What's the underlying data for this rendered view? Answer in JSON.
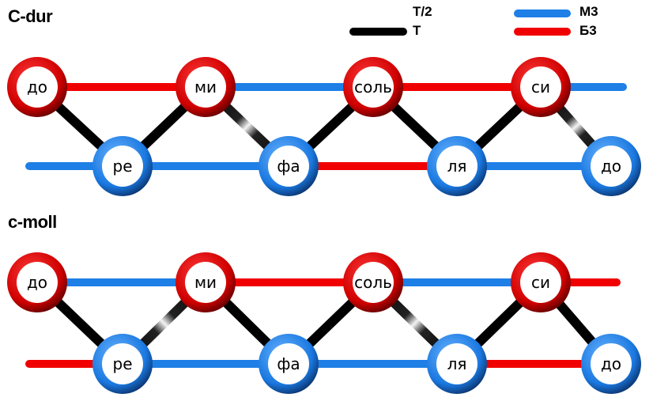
{
  "legend": {
    "half_tone": "T/2",
    "tone": "T",
    "minor_third": "M3",
    "major_third": "Б3"
  },
  "colors": {
    "minor_third": "#1e7fe6",
    "major_third": "#f00000",
    "tone": "#000000",
    "top_node": "#d40000",
    "bottom_node": "#1a78e0"
  },
  "diagrams": [
    {
      "title": "C-dur",
      "top_notes": [
        "до",
        "ми",
        "соль",
        "си"
      ],
      "bottom_notes": [
        "ре",
        "фа",
        "ля",
        "до"
      ],
      "top_edges": [
        "major",
        "minor",
        "major",
        "minor"
      ],
      "bottom_edges": [
        "minor",
        "minor",
        "major",
        "minor"
      ],
      "diagonals": [
        "T",
        "T",
        "T/2",
        "T",
        "T",
        "T",
        "T/2"
      ]
    },
    {
      "title": "c-moll",
      "top_notes": [
        "до",
        "ми",
        "соль",
        "си"
      ],
      "bottom_notes": [
        "ре",
        "фа",
        "ля",
        "до"
      ],
      "top_edges": [
        "minor",
        "major",
        "minor",
        "major"
      ],
      "bottom_edges": [
        "major",
        "minor",
        "minor",
        "major"
      ],
      "diagonals": [
        "T",
        "T/2",
        "T",
        "T",
        "T/2",
        "T",
        "T"
      ]
    }
  ]
}
